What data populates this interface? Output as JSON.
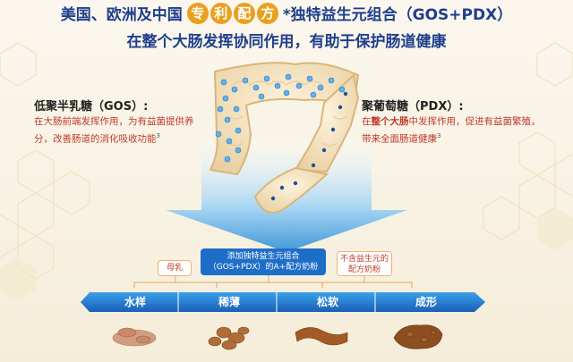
{
  "header": {
    "title_pre": "美国、欧洲及中国",
    "badges": [
      "专",
      "利",
      "配",
      "方"
    ],
    "title_post": "*独特益生元组合（GOS+PDX）",
    "subtitle": "在整个大肠发挥协同作用，有助于保护肠道健康"
  },
  "gos": {
    "title": "低聚半乳糖（GOS）:",
    "text": "在大肠前端发挥作用，为有益菌提供养分，改善肠道的消化吸收功能",
    "sup": "3"
  },
  "pdx": {
    "title": "聚葡萄糖（PDX）:",
    "text_pre": "在",
    "text_bold": "整个大肠",
    "text_post": "中发挥作用，促进有益菌繁殖，带来全面肠道健康",
    "sup": "3"
  },
  "labels": {
    "breast_milk": "母乳",
    "formula_line1": "添加独特益生元组合",
    "formula_line2": "（GOS+PDX）的A+配方奶粉",
    "no_prebiotic_line1": "不含益生元的",
    "no_prebiotic_line2": "配方奶粉"
  },
  "scale": {
    "items": [
      "水样",
      "稀薄",
      "松软",
      "成形"
    ]
  },
  "colors": {
    "title_blue": "#1f3f8c",
    "badge_orange": "#e9a020",
    "text_red": "#c0392b",
    "scale_blue": "#1e6ec8"
  }
}
